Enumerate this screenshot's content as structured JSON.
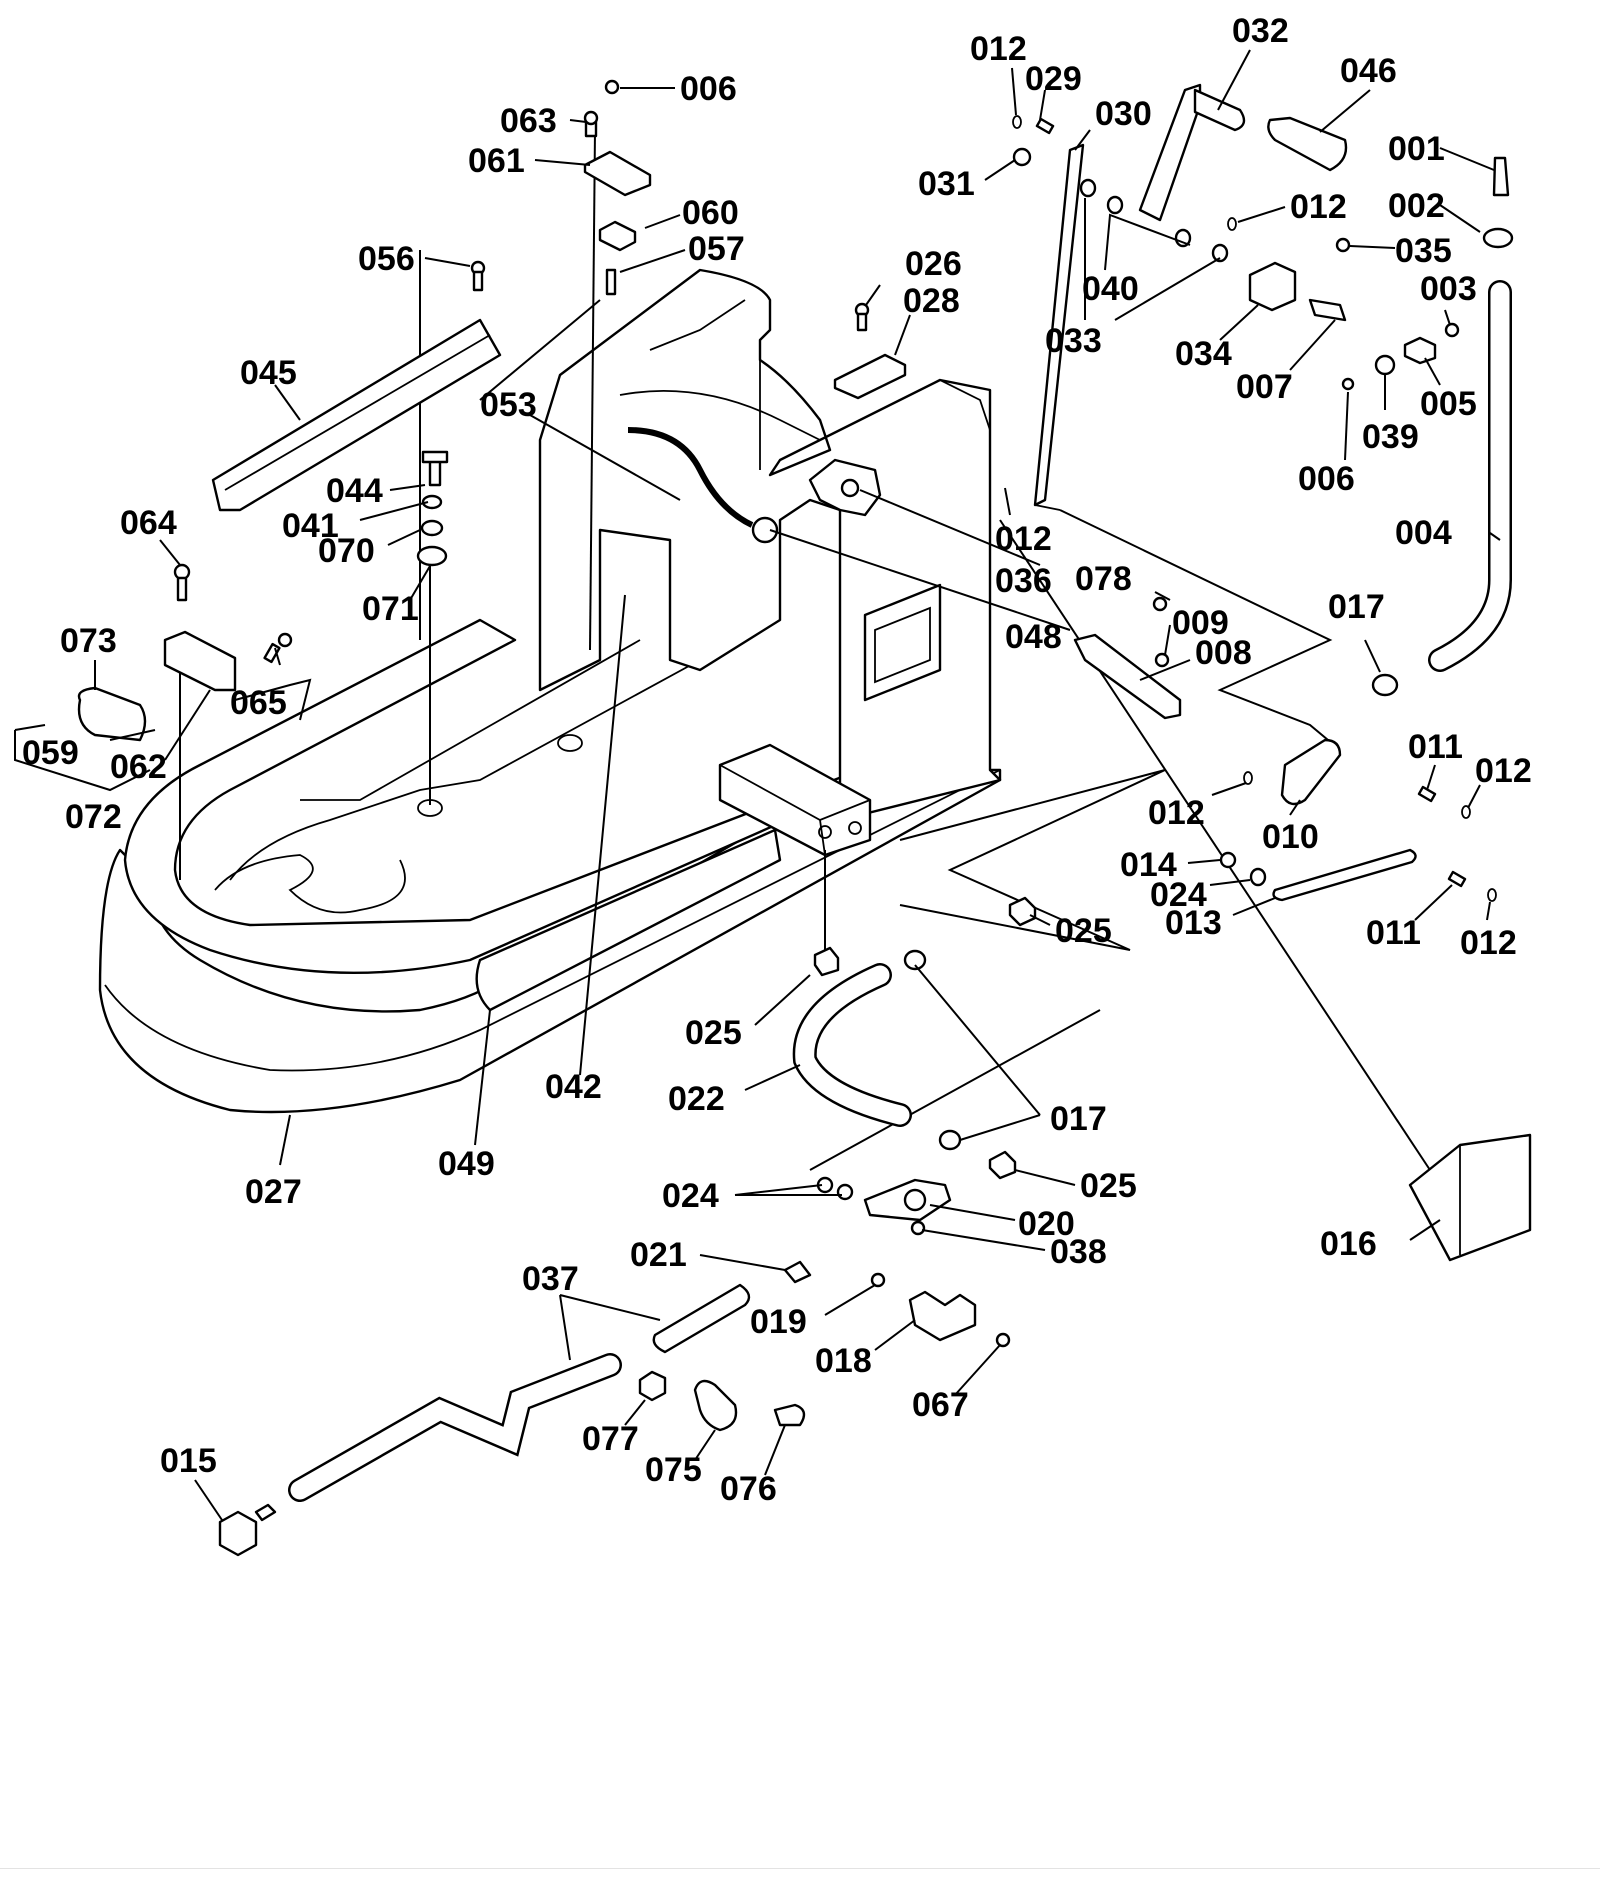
{
  "diagram": {
    "title": "Exploded parts diagram - band saw base assembly",
    "labels": [
      {
        "id": "006a",
        "text": "006"
      },
      {
        "id": "063",
        "text": "063"
      },
      {
        "id": "061",
        "text": "061"
      },
      {
        "id": "060",
        "text": "060"
      },
      {
        "id": "057",
        "text": "057"
      },
      {
        "id": "056",
        "text": "056"
      },
      {
        "id": "045",
        "text": "045"
      },
      {
        "id": "053",
        "text": "053"
      },
      {
        "id": "044",
        "text": "044"
      },
      {
        "id": "041",
        "text": "041"
      },
      {
        "id": "070",
        "text": "070"
      },
      {
        "id": "071",
        "text": "071"
      },
      {
        "id": "064",
        "text": "064"
      },
      {
        "id": "073",
        "text": "073"
      },
      {
        "id": "065",
        "text": "065"
      },
      {
        "id": "059",
        "text": "059"
      },
      {
        "id": "062",
        "text": "062"
      },
      {
        "id": "072",
        "text": "072"
      },
      {
        "id": "012a",
        "text": "012"
      },
      {
        "id": "029",
        "text": "029"
      },
      {
        "id": "032",
        "text": "032"
      },
      {
        "id": "046",
        "text": "046"
      },
      {
        "id": "030",
        "text": "030"
      },
      {
        "id": "031",
        "text": "031"
      },
      {
        "id": "001",
        "text": "001"
      },
      {
        "id": "012b",
        "text": "012"
      },
      {
        "id": "002",
        "text": "002"
      },
      {
        "id": "035",
        "text": "035"
      },
      {
        "id": "026",
        "text": "026"
      },
      {
        "id": "028",
        "text": "028"
      },
      {
        "id": "040",
        "text": "040"
      },
      {
        "id": "003",
        "text": "003"
      },
      {
        "id": "033",
        "text": "033"
      },
      {
        "id": "034",
        "text": "034"
      },
      {
        "id": "005",
        "text": "005"
      },
      {
        "id": "007",
        "text": "007"
      },
      {
        "id": "039",
        "text": "039"
      },
      {
        "id": "006b",
        "text": "006"
      },
      {
        "id": "004",
        "text": "004"
      },
      {
        "id": "012c",
        "text": "012"
      },
      {
        "id": "036",
        "text": "036"
      },
      {
        "id": "078",
        "text": "078"
      },
      {
        "id": "017a",
        "text": "017"
      },
      {
        "id": "048",
        "text": "048"
      },
      {
        "id": "009",
        "text": "009"
      },
      {
        "id": "008",
        "text": "008"
      },
      {
        "id": "011a",
        "text": "011"
      },
      {
        "id": "012d",
        "text": "012"
      },
      {
        "id": "012e",
        "text": "012"
      },
      {
        "id": "010",
        "text": "010"
      },
      {
        "id": "014",
        "text": "014"
      },
      {
        "id": "024a",
        "text": "024"
      },
      {
        "id": "013",
        "text": "013"
      },
      {
        "id": "011b",
        "text": "011"
      },
      {
        "id": "012f",
        "text": "012"
      },
      {
        "id": "025a",
        "text": "025"
      },
      {
        "id": "025b",
        "text": "025"
      },
      {
        "id": "042",
        "text": "042"
      },
      {
        "id": "022",
        "text": "022"
      },
      {
        "id": "017b",
        "text": "017"
      },
      {
        "id": "049",
        "text": "049"
      },
      {
        "id": "027",
        "text": "027"
      },
      {
        "id": "025c",
        "text": "025"
      },
      {
        "id": "024b",
        "text": "024"
      },
      {
        "id": "020",
        "text": "020"
      },
      {
        "id": "016",
        "text": "016"
      },
      {
        "id": "038",
        "text": "038"
      },
      {
        "id": "021",
        "text": "021"
      },
      {
        "id": "037",
        "text": "037"
      },
      {
        "id": "019",
        "text": "019"
      },
      {
        "id": "018",
        "text": "018"
      },
      {
        "id": "067",
        "text": "067"
      },
      {
        "id": "077",
        "text": "077"
      },
      {
        "id": "075",
        "text": "075"
      },
      {
        "id": "076",
        "text": "076"
      },
      {
        "id": "015",
        "text": "015"
      }
    ]
  }
}
